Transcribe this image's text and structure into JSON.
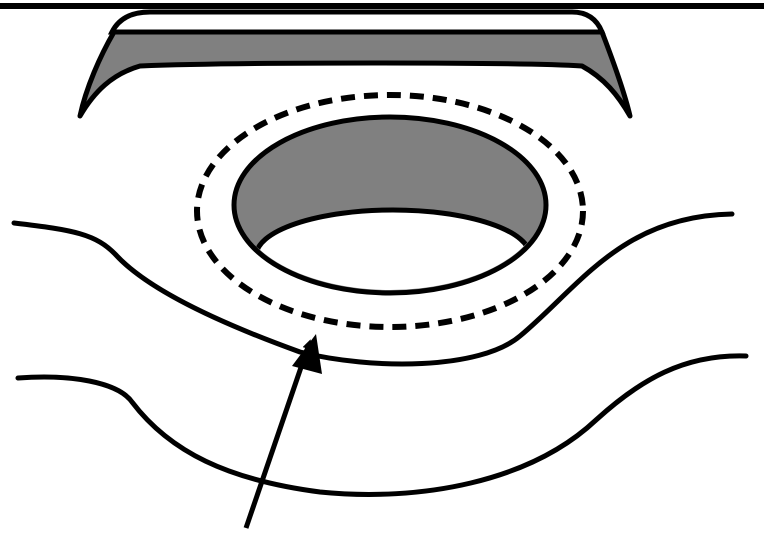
{
  "diagram": {
    "colors": {
      "background": "#ffffff",
      "stroke": "#000000",
      "fill_gray": "#808080",
      "fill_white": "#ffffff"
    },
    "parts": [
      {
        "name": "top-edge-line"
      },
      {
        "name": "top-flap"
      },
      {
        "name": "oval-opening"
      },
      {
        "name": "dashed-boundary"
      },
      {
        "name": "upper-wavy-line"
      },
      {
        "name": "lower-wavy-line"
      },
      {
        "name": "pointer-arrow"
      }
    ]
  }
}
